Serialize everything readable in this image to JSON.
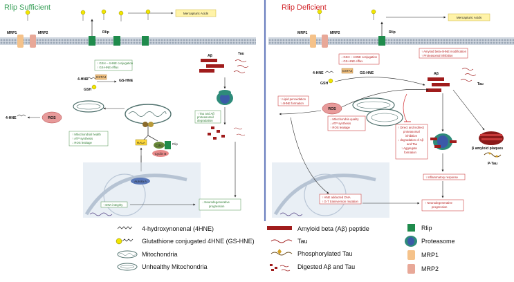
{
  "panels": {
    "left_title": "Rlip Sufficient",
    "right_title": "Rlip Deficient"
  },
  "colors": {
    "left_title": "#3aa05a",
    "right_title": "#d2262b",
    "membrane": "#aeb8c6",
    "nucleus": "#dbe4ee",
    "rlip": "#1f8b4c",
    "mrp1": "#f5c28a",
    "mrp2": "#e8a898",
    "amyloid": "#a01c1c",
    "proteasome": "#2e8b7a",
    "mercapturic_box": "#fff3a8"
  },
  "left": {
    "mercapturic": "Mercapturic Acids",
    "mrp1": "MRP1",
    "mrp2": "MRP2",
    "rlip": "Rlip",
    "effect_box": [
      "↑ GSH – 4HNE conjugation",
      "↑ GS-HNE efflux"
    ],
    "gsta4": "GSTA4",
    "hne": "4-HNE",
    "gshne": "GS-HNE",
    "gsh": "GSH",
    "ab": "Aβ",
    "tau": "Tau",
    "tau_box": [
      "↑ Tau and Aβ",
      "proteasomal",
      "degradation"
    ],
    "ros": "ROS",
    "hne_out": "4-HNE",
    "mito_box": [
      "↑ Mitochondrial health",
      "↑ ATP synthesis",
      "↓ ROS leakage"
    ],
    "rala": "RALA",
    "cdk1": "Cdk1",
    "cyclin": "Cyclin B",
    "rlip_small": "Rlip",
    "dna_box": "↑ DNA integrity",
    "neuro_box": [
      "↓ Neurodegenerative",
      "progression"
    ],
    "aurora": "Aurora A"
  },
  "right": {
    "mercapturic": "Mercapturic Acids",
    "mrp1": "MRP1",
    "mrp2": "MRP2",
    "rlip": "Rlip",
    "effect_box": [
      "↓ GSH – 4HNE conjugation",
      "↓ GS-HNE efflux"
    ],
    "gsta4": "GSTA4",
    "hne": "4-HNE",
    "gshne": "GS-HNE",
    "gsh": "GSH",
    "amyloid_box": [
      "↑ Amyloid beta-4HNE modification",
      "↑ Proteasomal inhibition"
    ],
    "ab": "Aβ",
    "tau": "Tau",
    "lipid_box": [
      "↑ Lipid peroxidation",
      "↑ 4HNE formation"
    ],
    "ros": "ROS",
    "mito_box": [
      "↓ Mitochondria quality",
      "↓ ATP synthesis",
      "↑ ROS leakage"
    ],
    "direct_box": [
      "↑ Direct and indirect",
      "proteasomal",
      "inhibition",
      "↓ degradation of Aβ",
      "and Tau",
      "↑ Aggregate",
      "formation"
    ],
    "plaques": "β amyloid plaques",
    "ptau": "P-Tau",
    "inflam_box": "↑ Inflammatory response",
    "dna_box": [
      "↑ HNE adducted DNA",
      "↑ G-T transversion mutation"
    ],
    "neuro_box": [
      "↑ Neurodegenerative",
      "progression"
    ]
  },
  "legend": {
    "hne": "4-hydroxynonenal (4HNE)",
    "gshne": "Glutathione conjugated 4HNE (GS-HNE)",
    "mito": "Mitochondria",
    "unhealthy": "Unhealthy Mitochondria",
    "amyloid": "Amyloid beta (Aβ) peptide",
    "tau": "Tau",
    "ptau": "Phosphorylated Tau",
    "digested": "Digested Aβ and Tau",
    "rlip": "Rlip",
    "proteasome": "Proteasome",
    "mrp1": "MRP1",
    "mrp2": "MRP2"
  }
}
